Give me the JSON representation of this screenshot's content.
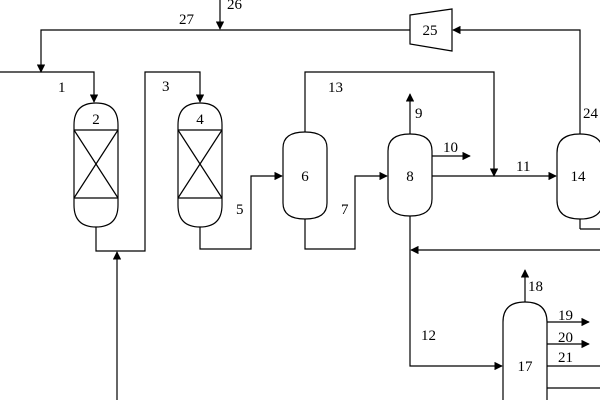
{
  "labels": {
    "unit_2": "2",
    "unit_4": "4",
    "unit_6": "6",
    "unit_8": "8",
    "unit_14": "14",
    "unit_17": "17",
    "unit_25": "25",
    "stream_1": "1",
    "stream_3": "3",
    "stream_5": "5",
    "stream_7": "7",
    "stream_9": "9",
    "stream_10": "10",
    "stream_11": "11",
    "stream_12": "12",
    "stream_13": "13",
    "stream_18": "18",
    "stream_19": "19",
    "stream_20": "20",
    "stream_21": "21",
    "stream_24": "24",
    "stream_26": "26",
    "stream_27": "27"
  }
}
